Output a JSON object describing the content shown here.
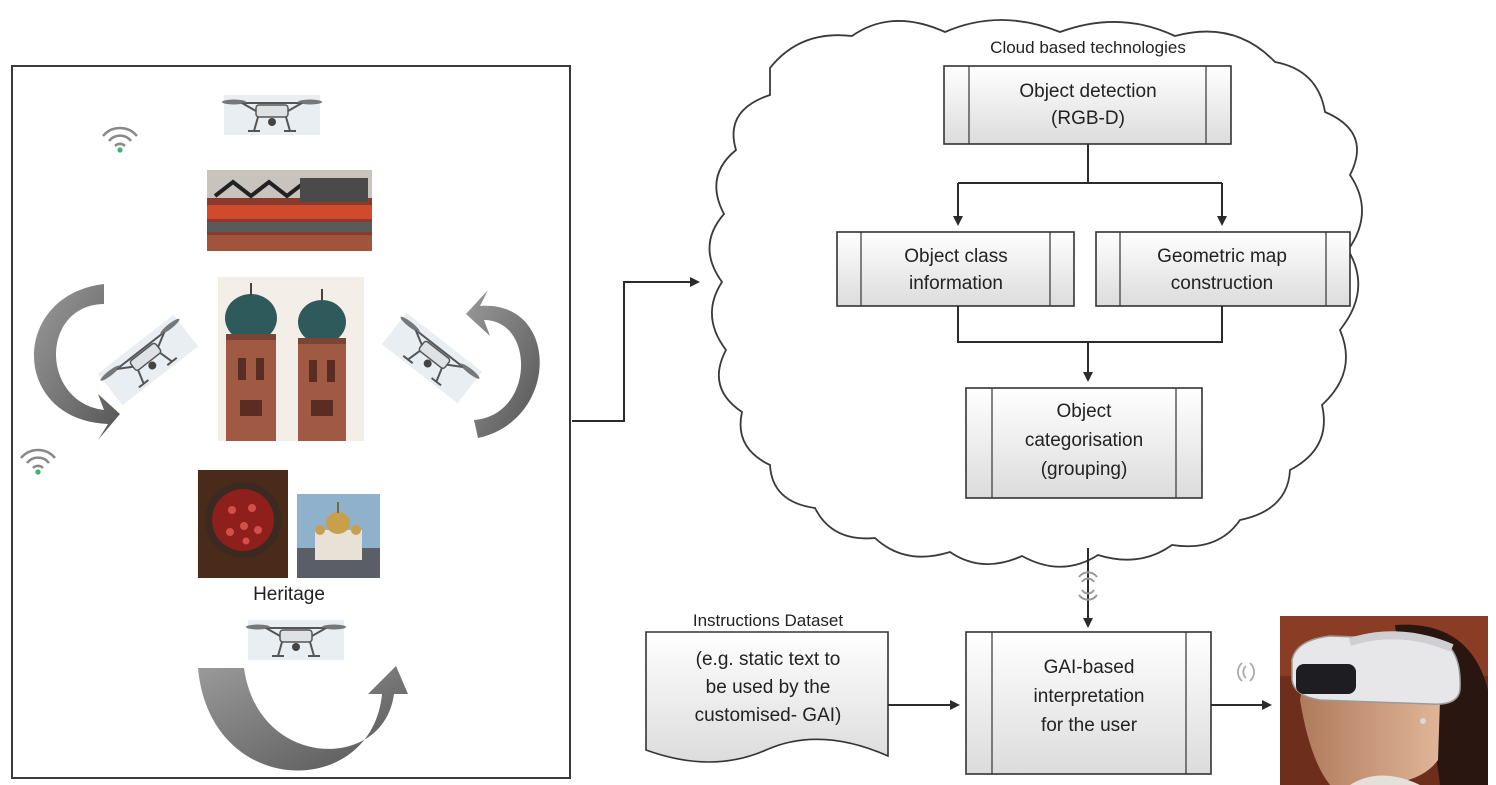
{
  "cloud": {
    "title": "Cloud based technologies"
  },
  "nodes": {
    "object_detection": [
      "Object detection",
      "(RGB-D)"
    ],
    "object_class": [
      "Object class",
      "information"
    ],
    "geometric_map": [
      "Geometric map",
      "construction"
    ],
    "categorisation": [
      "Object",
      "categorisation",
      "(grouping)"
    ],
    "gai": [
      "GAI-based",
      "interpretation",
      "for the user"
    ]
  },
  "dataset": {
    "title": "Instructions Dataset",
    "lines": [
      "(e.g. static text to",
      "be used by the",
      "customised- GAI)"
    ]
  },
  "left_panel": {
    "caption": "Heritage"
  },
  "icons": [
    "drone-icon",
    "wifi-icon",
    "curved-arrow-icon",
    "cathedral-image",
    "vr-headset-user-image"
  ]
}
